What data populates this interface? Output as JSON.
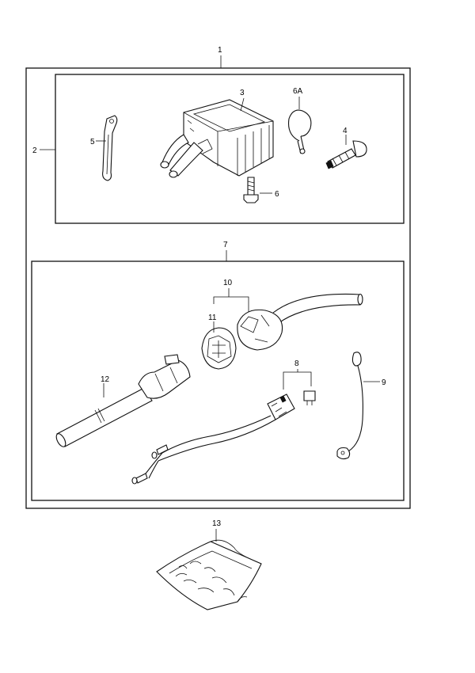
{
  "callouts": {
    "c1": "1",
    "c2": "2",
    "c3": "3",
    "c4": "4",
    "c5": "5",
    "c6": "6",
    "c6a": "6A",
    "c7": "7",
    "c8": "8",
    "c9": "9",
    "c10": "10",
    "c11": "11",
    "c12": "12",
    "c13": "13"
  }
}
